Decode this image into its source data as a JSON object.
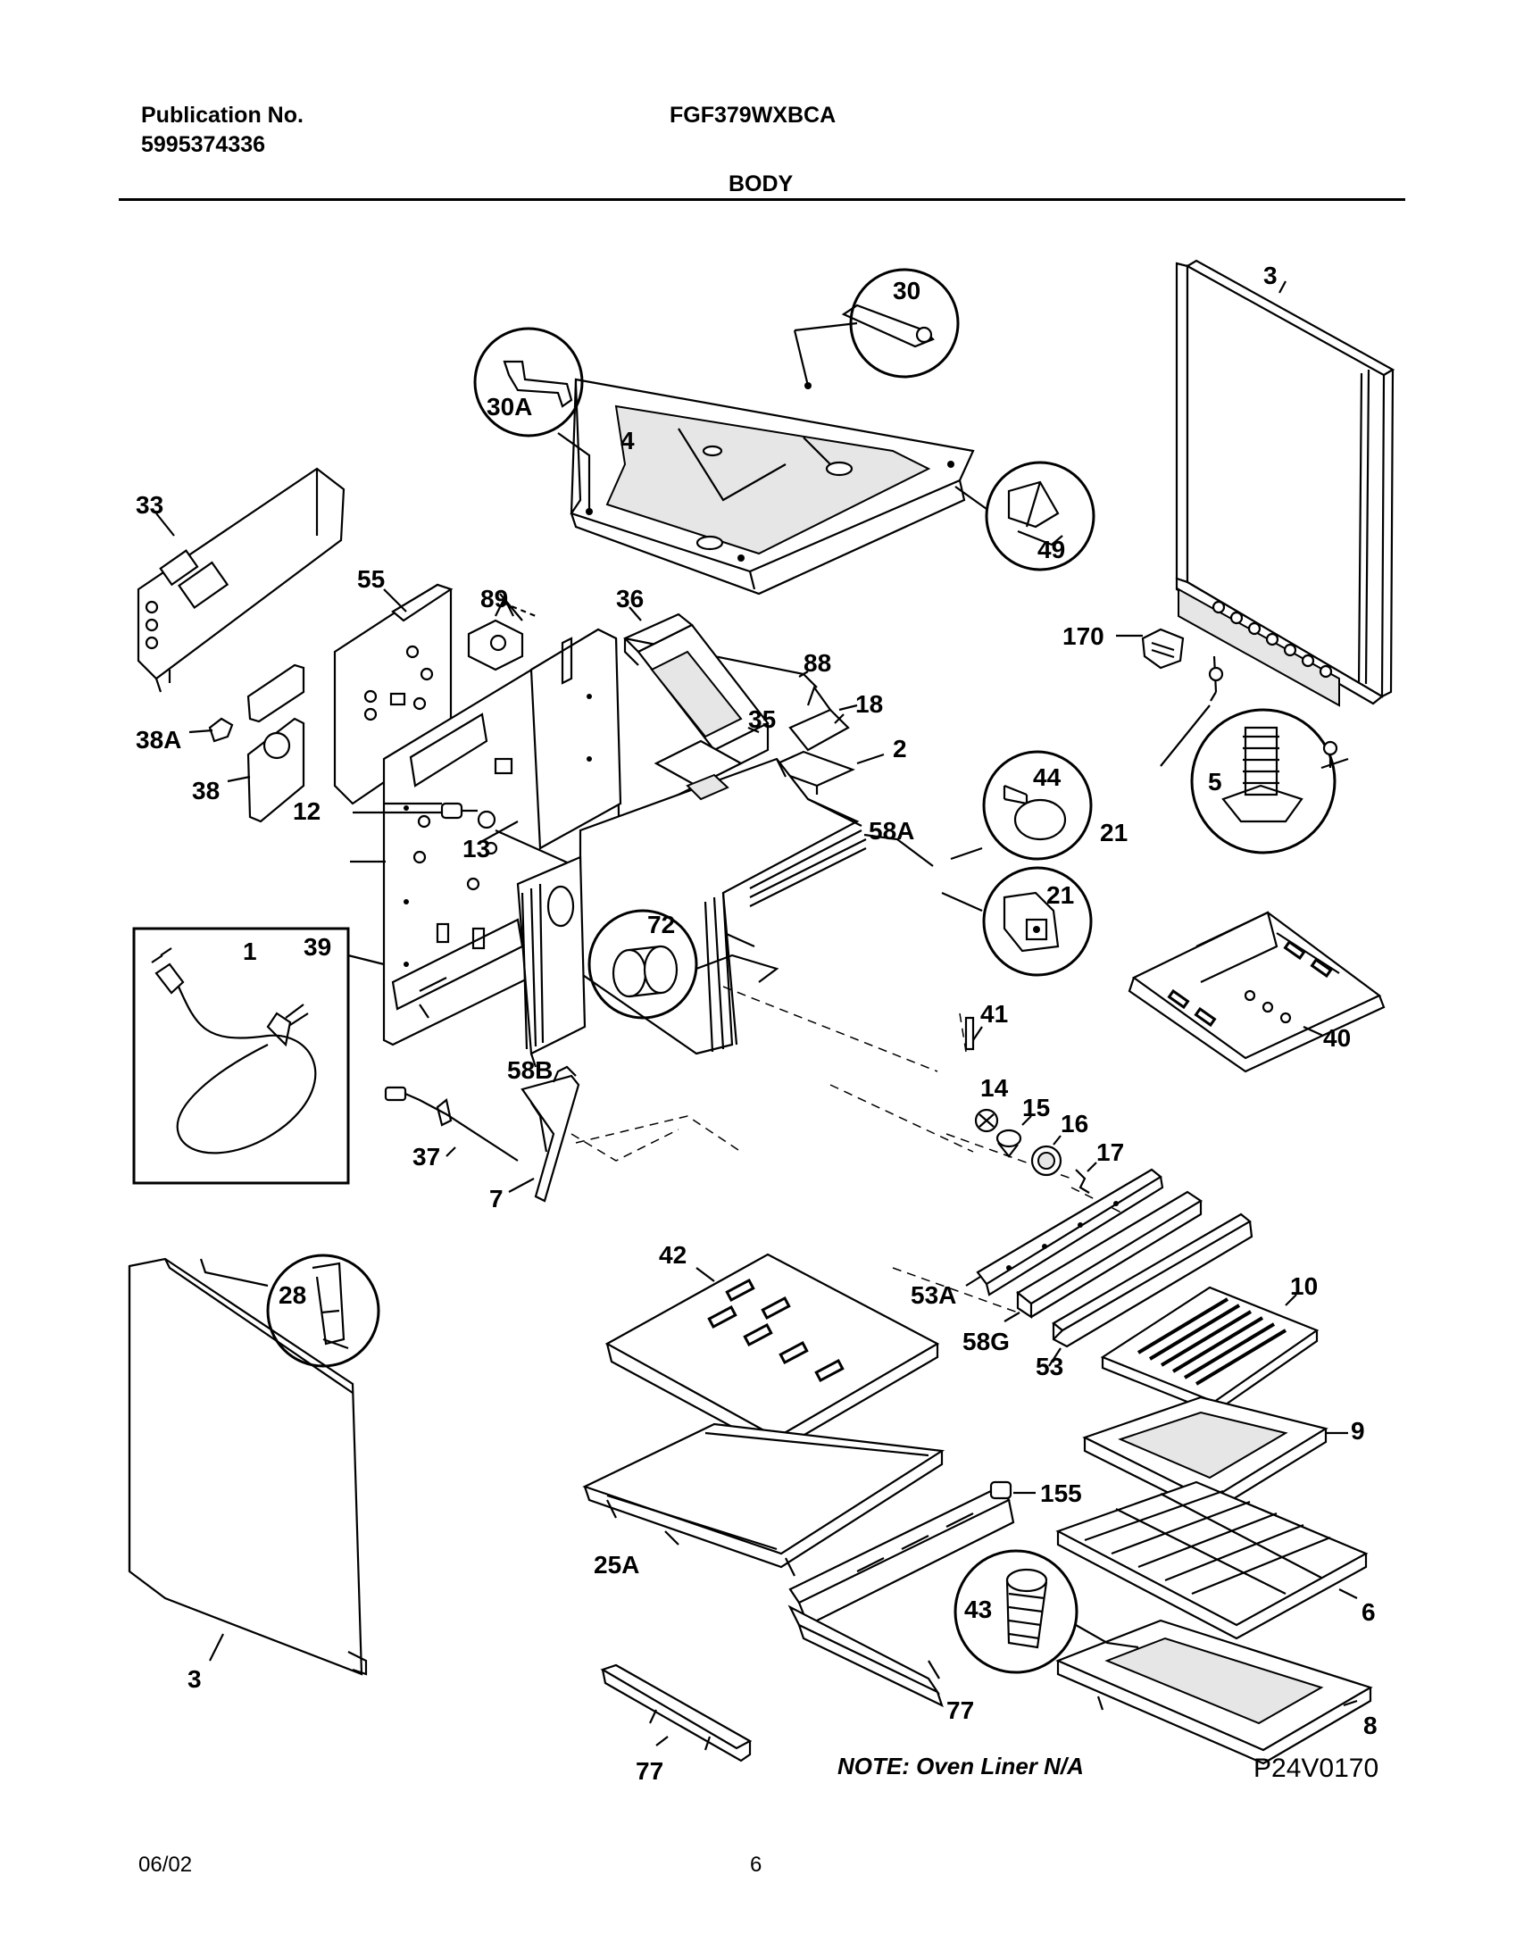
{
  "header": {
    "publication_label": "Publication No.",
    "publication_number": "5995374336",
    "model": "FGF379WXBCA",
    "section": "BODY"
  },
  "callouts": {
    "p1": "1",
    "p2": "2",
    "p3a": "3",
    "p3b": "3",
    "p4": "4",
    "p5": "5",
    "p6": "6",
    "p7": "7",
    "p8": "8",
    "p9": "9",
    "p10": "10",
    "p12": "12",
    "p13": "13",
    "p14": "14",
    "p15": "15",
    "p16": "16",
    "p17": "17",
    "p18": "18",
    "p21a": "21",
    "p21b": "21",
    "p25a": "25A",
    "p28": "28",
    "p30": "30",
    "p30a": "30A",
    "p33": "33",
    "p35": "35",
    "p36": "36",
    "p37": "37",
    "p38": "38",
    "p38a": "38A",
    "p39": "39",
    "p40": "40",
    "p41": "41",
    "p42": "42",
    "p43": "43",
    "p44": "44",
    "p49": "49",
    "p53": "53",
    "p53a": "53A",
    "p55": "55",
    "p58a": "58A",
    "p58b": "58B",
    "p58g": "58G",
    "p72": "72",
    "p77a": "77",
    "p77b": "77",
    "p88": "88",
    "p89": "89",
    "p155": "155",
    "p170": "170"
  },
  "note": "NOTE: Oven Liner N/A",
  "diagram_code": "P24V0170",
  "footer": {
    "date": "06/02",
    "page": "6"
  }
}
